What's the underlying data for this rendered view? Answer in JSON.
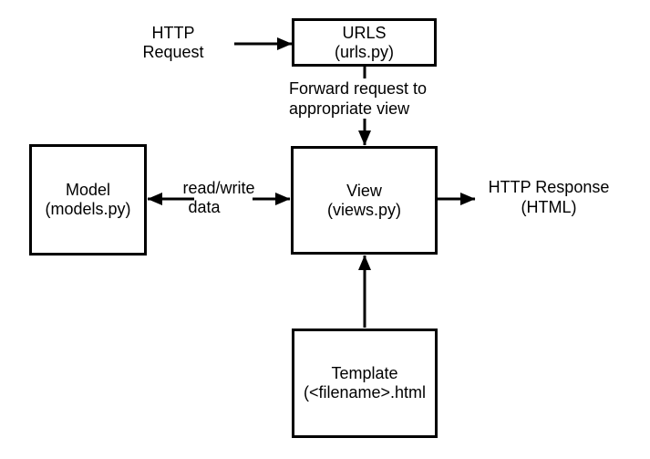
{
  "diagram": {
    "nodes": {
      "urls": {
        "line1": "URLS",
        "line2": "(urls.py)"
      },
      "model": {
        "line1": "Model",
        "line2": "(models.py)"
      },
      "view": {
        "line1": "View",
        "line2": "(views.py)"
      },
      "template": {
        "line1": "Template",
        "line2": "(<filename>.html"
      }
    },
    "labels": {
      "http_request": {
        "line1": "HTTP",
        "line2": "Request"
      },
      "forward": {
        "line1": "Forward request to",
        "line2": "appropriate view"
      },
      "read_write": {
        "line1": "read/write",
        "line2": "data"
      },
      "http_response": {
        "line1": "HTTP Response",
        "line2": "(HTML)"
      }
    },
    "colors": {
      "line": "#000000",
      "background": "#ffffff"
    }
  }
}
